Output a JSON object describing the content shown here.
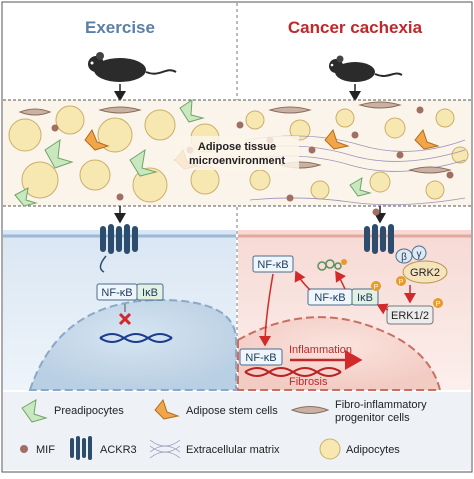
{
  "headers": {
    "left": "Exercise",
    "right": "Cancer cachexia"
  },
  "tissue_label": [
    "Adipose tissue",
    "microenvironment"
  ],
  "left_panel": {
    "nfkb": "NF-κB",
    "ikb": "IκB"
  },
  "right_panel": {
    "nfkb_free": "NF-κB",
    "nfkb_complex": "NF-κB",
    "ikb": "IκB",
    "beta": "β",
    "gamma": "γ",
    "grk2": "GRK2",
    "erk": "ERK1/2",
    "phospho": "P",
    "nucleus_nfkb": "NF-κB",
    "inflammation": "Inflammation",
    "fibrosis": "Fibrosis"
  },
  "legend": {
    "preadipocytes": "Preadipocytes",
    "adipose_stem": "Adipose stem cells",
    "fibro_line1": "Fibro-inflammatory",
    "fibro_line2": "progenitor cells",
    "mif": "MIF",
    "ackr3": "ACKR3",
    "ecm": "Extracellular matrix",
    "adipocytes": "Adipocytes"
  },
  "colors": {
    "exercise_title": "#5b7fa6",
    "cachexia_title": "#c0282a",
    "left_bg": "#eaf1f8",
    "right_bg": "#fbe9e6",
    "tissue_bg": "#fbf4ea",
    "receptor": "#2c4d6e",
    "adipocyte": "#f7e7b0",
    "preadipocyte": "#c9e8c0",
    "stem_cell": "#f2a64a",
    "fibro_cell": "#c9b2a4",
    "mif": "#a06e63",
    "grk2": "#f5e3bc",
    "phospho": "#e89a2b",
    "red_arrow": "#d22a2a"
  }
}
